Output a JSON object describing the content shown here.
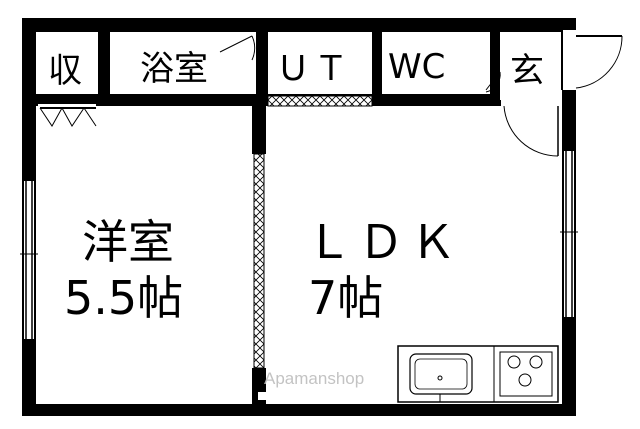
{
  "rooms": {
    "storage": "収",
    "bath": "浴室",
    "utility": "ＵＴ",
    "toilet": "WC",
    "entrance": "玄",
    "western_room": "洋室",
    "western_size": "5.5帖",
    "ldk": "ＬＤＫ",
    "ldk_size": "7帖"
  },
  "watermark": "Apamanshop",
  "colors": {
    "wall": "#000000",
    "background": "#ffffff",
    "watermark": "#bdbdbd"
  }
}
